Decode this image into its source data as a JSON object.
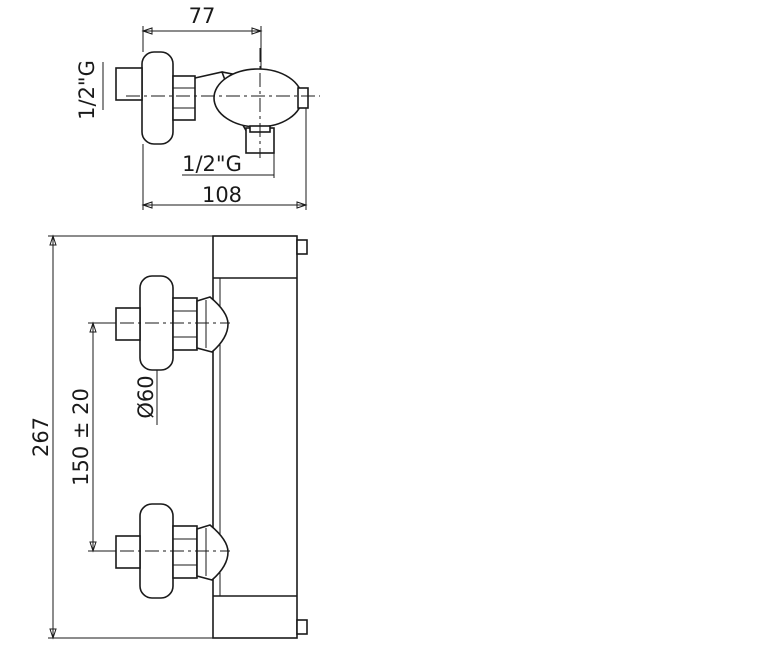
{
  "top_view": {
    "width_dimension": "77",
    "total_dimension": "108",
    "inlet_thread_left": "1/2\"G",
    "inlet_thread_bottom": "1/2\"G"
  },
  "front_view": {
    "height_dimension": "267",
    "centre_distance": "150 ± 20",
    "flange_diameter": "Ø60"
  }
}
